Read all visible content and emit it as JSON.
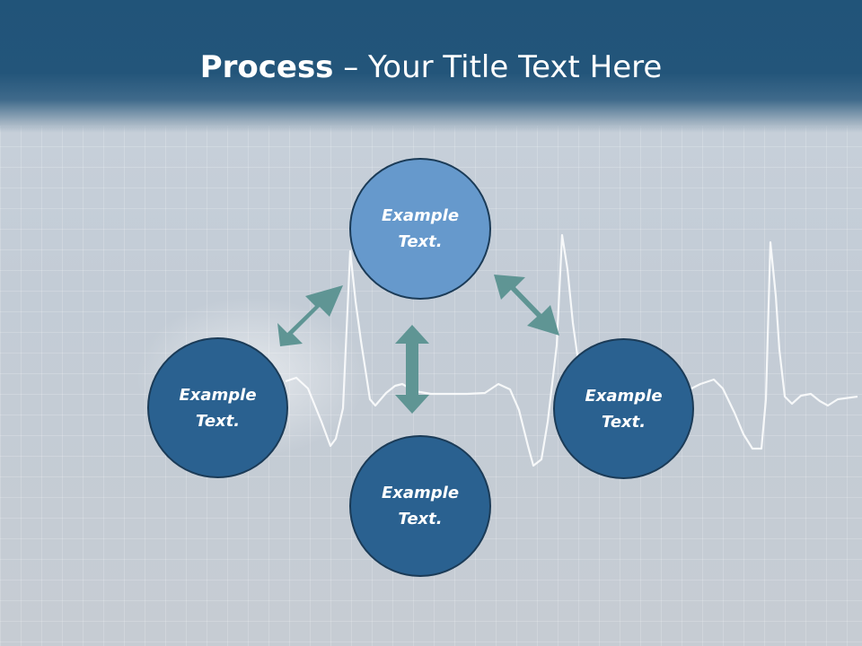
{
  "header": {
    "title_bold": "Process",
    "title_rest": " – Your Title Text Here"
  },
  "nodes": {
    "top": "Example Text.",
    "left": "Example Text.",
    "right": "Example Text.",
    "bottom": "Example Text."
  },
  "colors": {
    "header_band": "#215479",
    "node_highlight": "#6699cc",
    "node_default": "#2a6190",
    "arrow": "#5f9594",
    "heartbeat_line": "#ffffff"
  }
}
